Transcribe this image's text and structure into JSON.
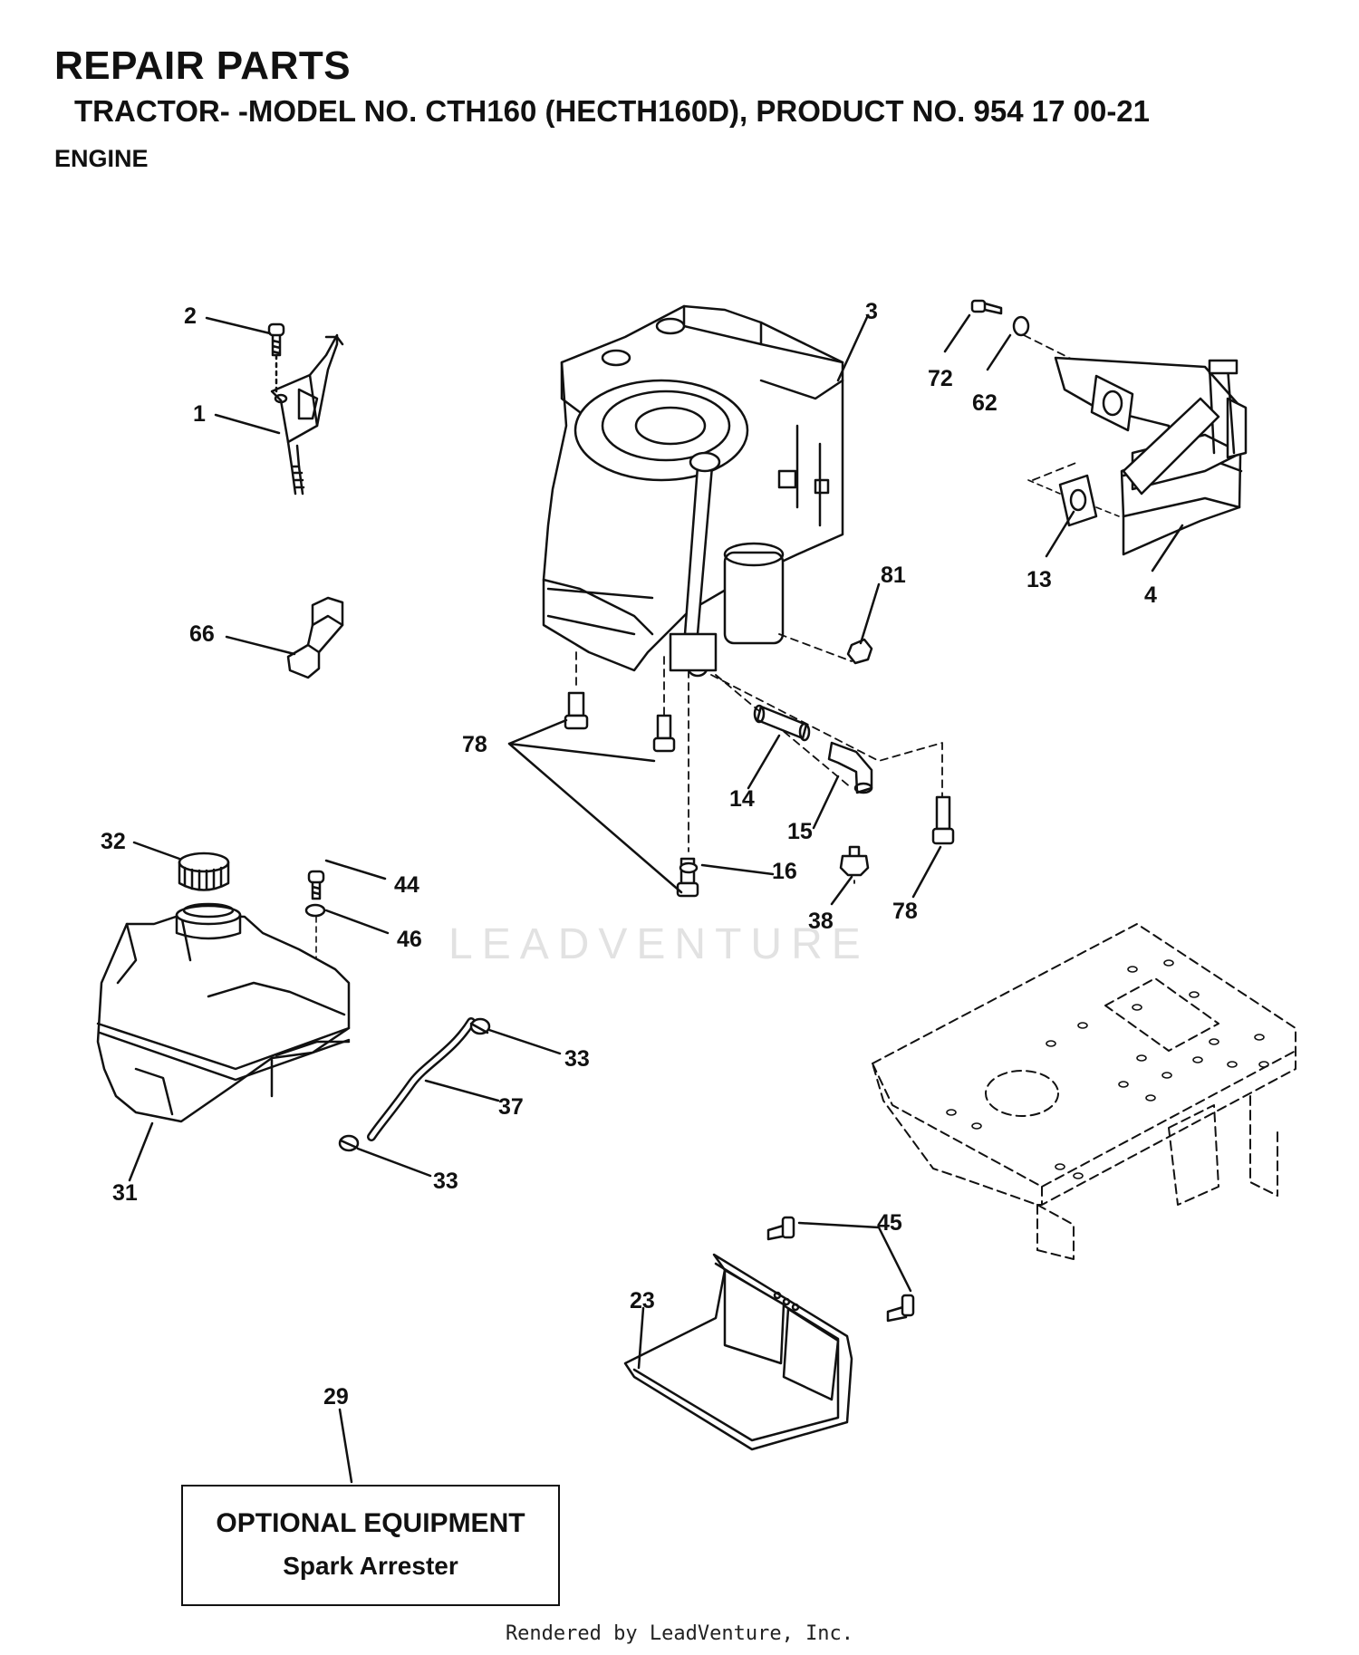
{
  "header": {
    "title": "REPAIR PARTS",
    "subtitle": "TRACTOR- -MODEL NO. CTH160 (HECTH160D), PRODUCT NO. 954 17 00-21",
    "section": "ENGINE"
  },
  "callouts": [
    "2",
    "1",
    "3",
    "72",
    "62",
    "13",
    "4",
    "81",
    "66",
    "78",
    "14",
    "15",
    "16",
    "32",
    "44",
    "46",
    "38",
    "78",
    "33",
    "37",
    "33",
    "31",
    "45",
    "23",
    "29"
  ],
  "optional": {
    "heading": "OPTIONAL EQUIPMENT",
    "item": "Spark Arrester"
  },
  "watermark": "LEADVENTURE",
  "footer": "Rendered by LeadVenture, Inc."
}
